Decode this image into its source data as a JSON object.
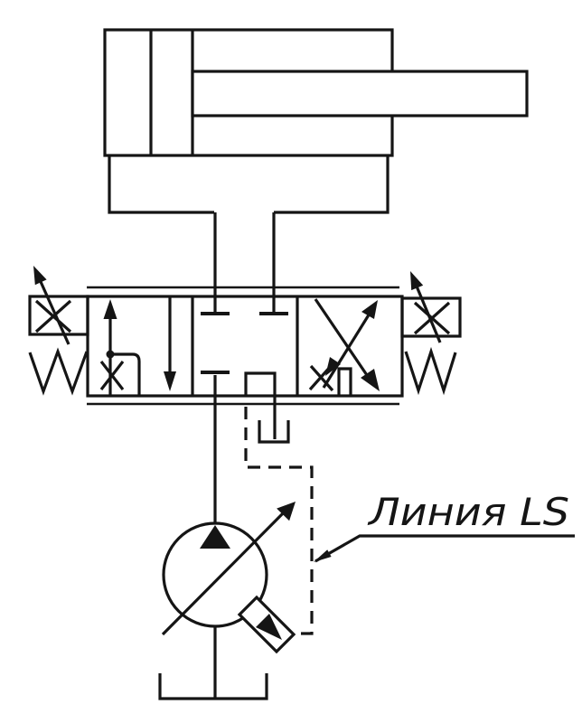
{
  "schematic": {
    "labels": {
      "ls_line_text": "Линия LS"
    },
    "colors": {
      "line": "#151515",
      "background": "#ffffff"
    },
    "components": [
      "hydraulic-cylinder",
      "piston-rod",
      "cylinder-manifold",
      "proportional-directional-valve",
      "pilot-actuator-left",
      "pilot-actuator-right",
      "return-spring-left",
      "return-spring-right",
      "throttle-orifice",
      "blocked-port",
      "valve-drain-tank-symbol",
      "pump-supply-line",
      "load-sensing-line",
      "variable-displacement-pump",
      "pump-ls-regulator-port",
      "main-tank-symbol",
      "ls-label-leader-arrow"
    ]
  }
}
